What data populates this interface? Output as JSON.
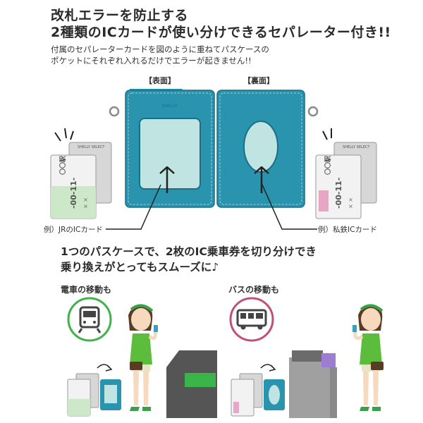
{
  "headline": {
    "line1": "改札エラーを防止する",
    "line2": "2種類のICカードが使い分けできるセパレーター付き!!"
  },
  "description": {
    "line1": "付属のセパレーターカードを図のように重ねてパスケースの",
    "line2": "ポケットにそれぞれ入れるだけでエラーが起きません!!"
  },
  "front_label": "【表面】",
  "back_label": "【裏面】",
  "jr_caption": "例）JRのICカード",
  "private_caption": "例）私鉄ICカード",
  "card_text": {
    "station": "〇〇駅",
    "sep_text": "SHELLY  SELECT",
    "number": "-00-11-",
    "cross": "× ×"
  },
  "section2": {
    "line1": "1つのパスケースで、2枚のIC乗車券を切り分けでき",
    "line2": "乗り換えがとってもスムーズに♪"
  },
  "train_label": "電車の移動も",
  "bus_label": "バスの移動も",
  "colors": {
    "teal": "#2a93ad",
    "teal_dark": "#1c6f86",
    "window": "#bfe4e2",
    "green_train": "#3fb24a",
    "pink_bus": "#c0507a",
    "gate_dark": "#555555",
    "gate_green": "#39b54a",
    "gate_purple": "#9d7dd0"
  },
  "icons": [
    "train-icon",
    "bus-icon",
    "emphasis-marks-icon"
  ]
}
